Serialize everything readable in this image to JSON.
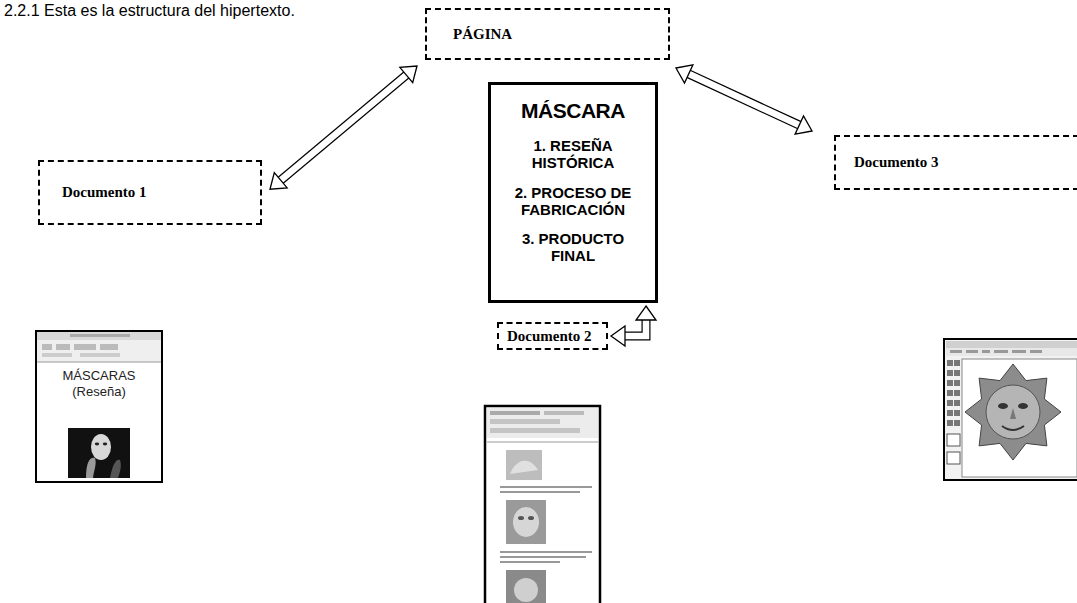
{
  "diagram": {
    "title": "2.2.1 Esta es la estructura del hipertexto.",
    "nodes": [
      {
        "text": [
          "PÁGINA"
        ]
      },
      {
        "text": [
          "MÁSCARA",
          "1. RESEÑA HISTÓRICA",
          "2. PROCESO DE FABRICACIÓN",
          "3. PRODUCTO FINAL"
        ]
      },
      {
        "text": [
          "Documento 1"
        ]
      },
      {
        "text": [
          "Documento 2"
        ]
      },
      {
        "text": [
          "Documento 3"
        ]
      },
      {
        "text": [
          "MÁSCARAS (Reseña)"
        ]
      }
    ],
    "edges": [
      {
        "from": 2,
        "to": 0,
        "arrow": "both"
      },
      {
        "from": 0,
        "to": 4,
        "arrow": "both"
      },
      {
        "from": 1,
        "to": 3,
        "arrow": "both"
      }
    ]
  }
}
